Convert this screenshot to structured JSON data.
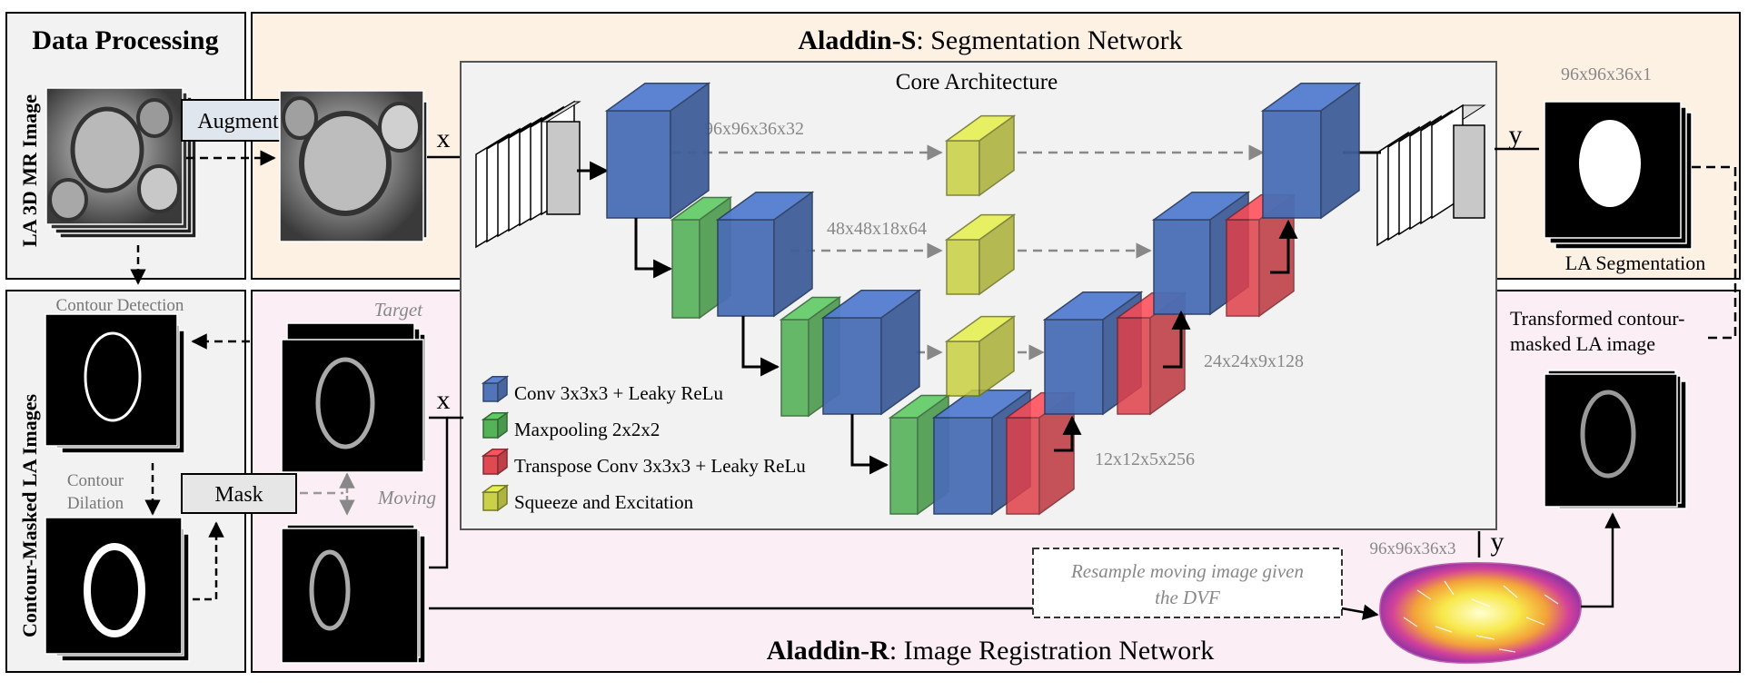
{
  "panels": {
    "data_processing": {
      "title": "Data Processing",
      "side_label": "LA 3D MR Image",
      "augment": "Augment"
    },
    "segmentation": {
      "title_bold": "Aladdin-S",
      "title_rest": ": Segmentation Network",
      "output_dims": "96x96x36x1",
      "output_label": "LA Segmentation",
      "input_var": "x",
      "output_var": "y"
    },
    "contour": {
      "side_label": "Contour-Masked LA Images",
      "detection": "Contour Detection",
      "dilation_line1": "Contour",
      "dilation_line2": "Dilation",
      "mask": "Mask"
    },
    "registration": {
      "title_bold": "Aladdin-R",
      "title_rest": ": Image Registration Network",
      "target": "Target",
      "moving": "Moving",
      "input_var": "x",
      "output_var": "y",
      "dvf_dims": "96x96x36x3",
      "resample_line1": "Resample moving image given",
      "resample_line2": "the DVF",
      "transformed_line1": "Transformed contour-",
      "transformed_line2": "masked LA image"
    }
  },
  "core": {
    "title": "Core Architecture",
    "dims": [
      "96x96x36x32",
      "48x48x18x64",
      "24x24x9x128",
      "12x12x5x256"
    ],
    "legend": [
      {
        "label": "Conv 3x3x3 + Leaky ReLu",
        "color": "#4a6eb5"
      },
      {
        "label": " Maxpooling 2x2x2",
        "color": "#4caf50"
      },
      {
        "label": "Transpose Conv 3x3x3 + Leaky ReLu",
        "color": "#e0404a"
      },
      {
        "label": "Squeeze and Excitation",
        "color": "#c8d040"
      }
    ]
  },
  "colors": {
    "seg_bg": "#fdf1e4",
    "reg_bg": "#fbeef4",
    "proc_bg": "#f2f2f2",
    "core_bg": "#f2f2f2",
    "conv": "#4a6eb5",
    "pool": "#4caf50",
    "tconv": "#e0404a",
    "se": "#c8d040"
  }
}
